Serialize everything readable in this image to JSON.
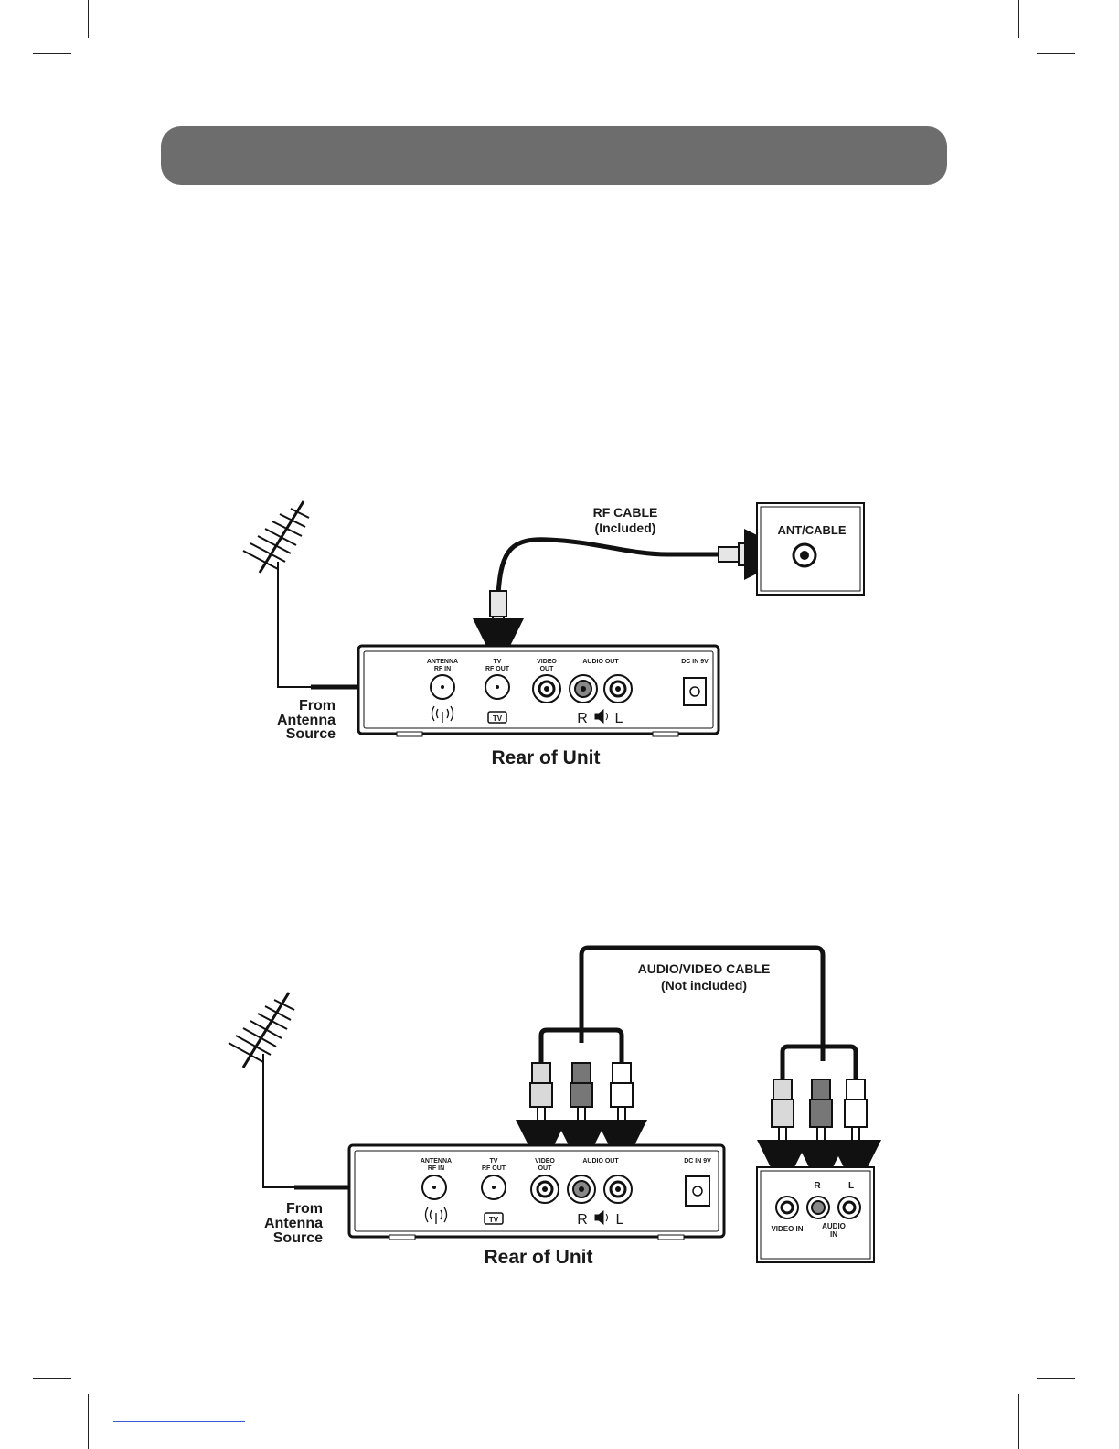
{
  "diagram1": {
    "cable_label": "RF CABLE",
    "cable_note": "(Included)",
    "tv_port_label": "ANT/CABLE",
    "from_line1": "From",
    "from_line2": "Antenna",
    "from_line3": "Source",
    "caption": "Rear of Unit",
    "ports": {
      "antenna_l1": "ANTENNA",
      "antenna_l2": "RF IN",
      "tv_l1": "TV",
      "tv_l2": "RF OUT",
      "video_l1": "VIDEO",
      "video_l2": "OUT",
      "audio": "AUDIO OUT",
      "dc": "DC IN 9V",
      "tv_badge": "TV",
      "r": "R",
      "l": "L"
    }
  },
  "diagram2": {
    "cable_label": "AUDIO/VIDEO CABLE",
    "cable_note": "(Not included)",
    "from_line1": "From",
    "from_line2": "Antenna",
    "from_line3": "Source",
    "caption": "Rear of Unit",
    "ports": {
      "antenna_l1": "ANTENNA",
      "antenna_l2": "RF IN",
      "tv_l1": "TV",
      "tv_l2": "RF OUT",
      "video_l1": "VIDEO",
      "video_l2": "OUT",
      "audio": "AUDIO OUT",
      "dc": "DC IN 9V",
      "tv_badge": "TV",
      "r": "R",
      "l": "L"
    },
    "tv_panel": {
      "r": "R",
      "l": "L",
      "video_in": "VIDEO IN",
      "audio_in_l1": "AUDIO",
      "audio_in_l2": "IN"
    }
  },
  "icons": [
    "antenna-icon",
    "speaker-icon",
    "signal-icon",
    "arrow-icon",
    "tv-icon"
  ]
}
